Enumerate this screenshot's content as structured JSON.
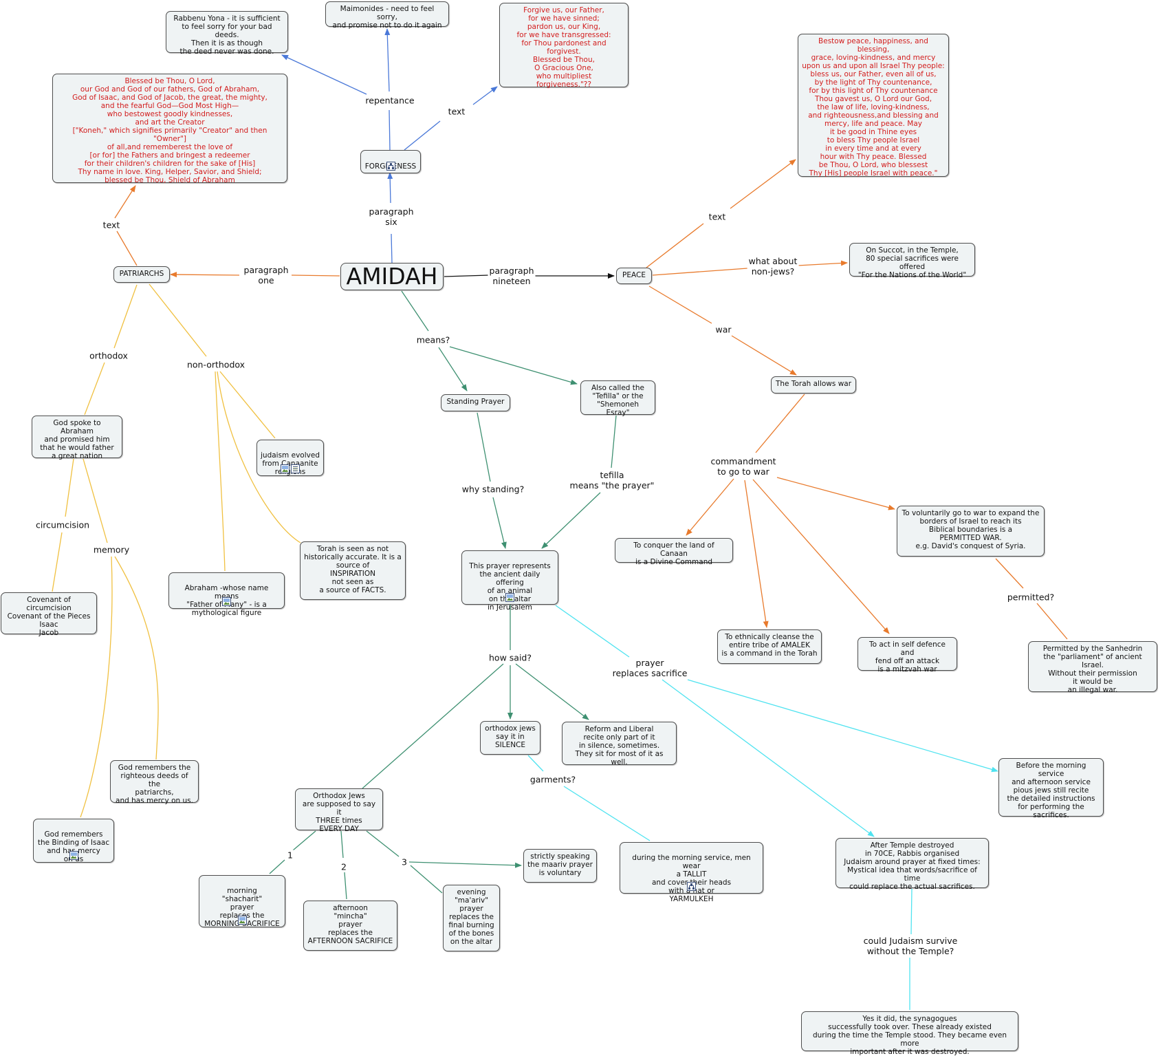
{
  "colors": {
    "node_fill": "#eff3f4",
    "node_border": "#4d4d4d",
    "quote_text": "#d21d1d",
    "blue_link": "#4a78d8",
    "orange_link": "#e87a2c",
    "yellow_link": "#f0c040",
    "green_link": "#3e9071",
    "cyan_link": "#4fe3f0",
    "black_link": "#111111"
  },
  "nodes": {
    "amidah": "AMIDAH",
    "patriarchs": "PATRIARCHS",
    "forgiveness": "FORGIVENESS",
    "peace": "PEACE",
    "rabbenu_yona": "Rabbenu Yona - it is sufficient\nto feel sorry for your bad deeds.\nThen it is as though\nthe deed never was done.",
    "maimonides": "Maimonides - need to feel sorry,\nand promise not to do it again",
    "forgive_us": "Forgive us, our Father,\nfor we have sinned;\npardon us, our King,\nfor we have transgressed:\nfor Thou pardonest and forgivest.\nBlessed be Thou,\nO Gracious One,\nwho multipliest\nforgiveness.\"??",
    "bestow_peace": "Bestow peace, happiness, and blessing,\ngrace, loving-kindness, and mercy\nupon us and upon all Israel Thy people:\nbless us, our Father, even all of us,\nby the light of Thy countenance,\nfor by this light of Thy countenance\nThou gavest us, O Lord our God,\nthe law of life, loving-kindness,\nand righteousness,and blessing and\nmercy, life and peace. May\nit be good in Thine eyes\nto bless Thy people Israel\nin every time and at every\nhour with Thy peace. Blessed\nbe Thou, O Lord, who blessest\nThy [His] people Israel with peace.\"",
    "blessed_be": "Blessed be Thou, O Lord,\nour God and God of our fathers, God of Abraham,\nGod of Isaac, and God of Jacob, the great, the mighty,\nand the fearful God—God Most High—\nwho bestowest goodly kindnesses,\nand art the Creator\n[\"Koneh,\" which signifies primarily \"Creator\" and then \"Owner\"]\nof all,and rememberest the love of\n[or for] the Fathers and bringest a redeemer\nfor their children's children for the sake of [His]\nThy name in love. King, Helper, Savior, and Shield;\nblessed be Thou, Shield of Abraham",
    "succot": "On Succot, in the Temple,\n80 special sacrifices were offered\n\"For the Nations of the World\"",
    "torah_allows_war": "The Torah allows war",
    "standing_prayer": "Standing Prayer",
    "tefilla_called": "Also called the\n\"Tefilla\" or the\n\"Shemoneh Esray\"",
    "god_spoke": "God spoke to Abraham\nand promised him\nthat he would father\na great nation",
    "judaism_evolved": "judaism evolved\nfrom Canaanite\nreligions",
    "torah_seen": "Torah is seen as not\nhistorically accurate. It is a\nsource of\nINSPIRATION\nnot seen as\na source of FACTS.",
    "abraham_name": "Abraham -whose name means\n\"Father of Many\" - is a\nmythological figure",
    "covenant": "Covenant of circumcision\nCovenant of the Pieces\nIsaac\nJacob",
    "prayer_represents": "This prayer represents\nthe ancient daily offering\nof an animal\non the altar\nin Jerusalem",
    "conquer_canaan": "To conquer the land of Canaan\nis a Divine Command",
    "voluntary_war": "To voluntarily go to war to expand the\nborders of Israel to reach its\nBiblical boundaries is a\nPERMITTED WAR.\ne.g. David's conquest of Syria.",
    "amalek": "To ethnically cleanse the\nentire tribe of AMALEK\nis a command in the Torah",
    "self_defence": "To act in self defence and\nfend off an attack\nis a mitzvah war",
    "sanhedrin": "Permitted by the Sanhedrin\nthe \"parliament\" of ancient Israel.\nWithout their permission\nit would be\nan illegal war.",
    "orthodox_silence": "orthodox jews\nsay it in\nSILENCE",
    "reform_liberal": "Reform and Liberal\nrecite only part of it\nin silence, sometimes.\nThey sit for most of it as well.",
    "god_remembers_deeds": "God remembers the\nrighteous deeds of the\npatriarchs,\nand has mercy on us.",
    "morning_evening_service": "Before the morning service\nand afternoon service\npious jews still recite\nthe detailed instructions\nfor performing the\nsacrifices.",
    "three_times": "Orthodox Jews\nare supposed to say it\nTHREE times\nEVERY DAY",
    "binding_isaac": "God remembers\nthe Binding of Isaac\nand has mercy\non us",
    "maariv_voluntary": "strictly speaking\nthe maariv prayer\nis voluntary",
    "tallit": "during the morning service, men wear\na TALLIT\nand cover their heads\nwith a hat or\nYARMULKEH",
    "after_temple": "After Temple destroyed\nin 70CE, Rabbis organised\nJudaism around prayer at fixed times:\nMystical idea that words/sacrifice of time\ncould replace the actual sacrifices.",
    "shacharit": "morning\n\"shacharit\"\nprayer\nreplaces the\nMORNING SACRIFICE",
    "mincha": "afternoon\n\"mincha\"\nprayer\nreplaces the\nAFTERNOON SACRIFICE",
    "maariv": "evening\n\"ma'ariv\"\nprayer\nreplaces the\nfinal burning\nof the bones\non the altar",
    "synagogues": "Yes it did, the synagogues\nsuccessfully took over. These already existed\nduring the time the Temple stood. They became even more\nimportant after it was destroyed."
  },
  "labels": {
    "repentance": "repentance",
    "text_forgive": "text",
    "paragraph_six": "paragraph\nsix",
    "text_patriarchs": "text",
    "paragraph_one": "paragraph\none",
    "paragraph_nineteen": "paragraph\nnineteen",
    "text_peace": "text",
    "what_about_nonjews": "what about\nnon-jews?",
    "war": "war",
    "means": "means?",
    "orthodox": "orthodox",
    "non_orthodox": "non-orthodox",
    "commandment_war": "commandment\nto go to war",
    "tefilla_means": "tefilla\nmeans \"the prayer\"",
    "why_standing": "why standing?",
    "circumcision": "circumcision",
    "memory": "memory",
    "permitted": "permitted?",
    "how_said": "how said?",
    "prayer_replaces": "prayer\nreplaces sacrifice",
    "garments": "garments?",
    "one": "1",
    "two": "2",
    "three": "3",
    "could_judaism": "could Judaism survive\nwithout the Temple?"
  },
  "icon_names": [
    "image-icon",
    "document-icon",
    "concept-map-icon"
  ]
}
